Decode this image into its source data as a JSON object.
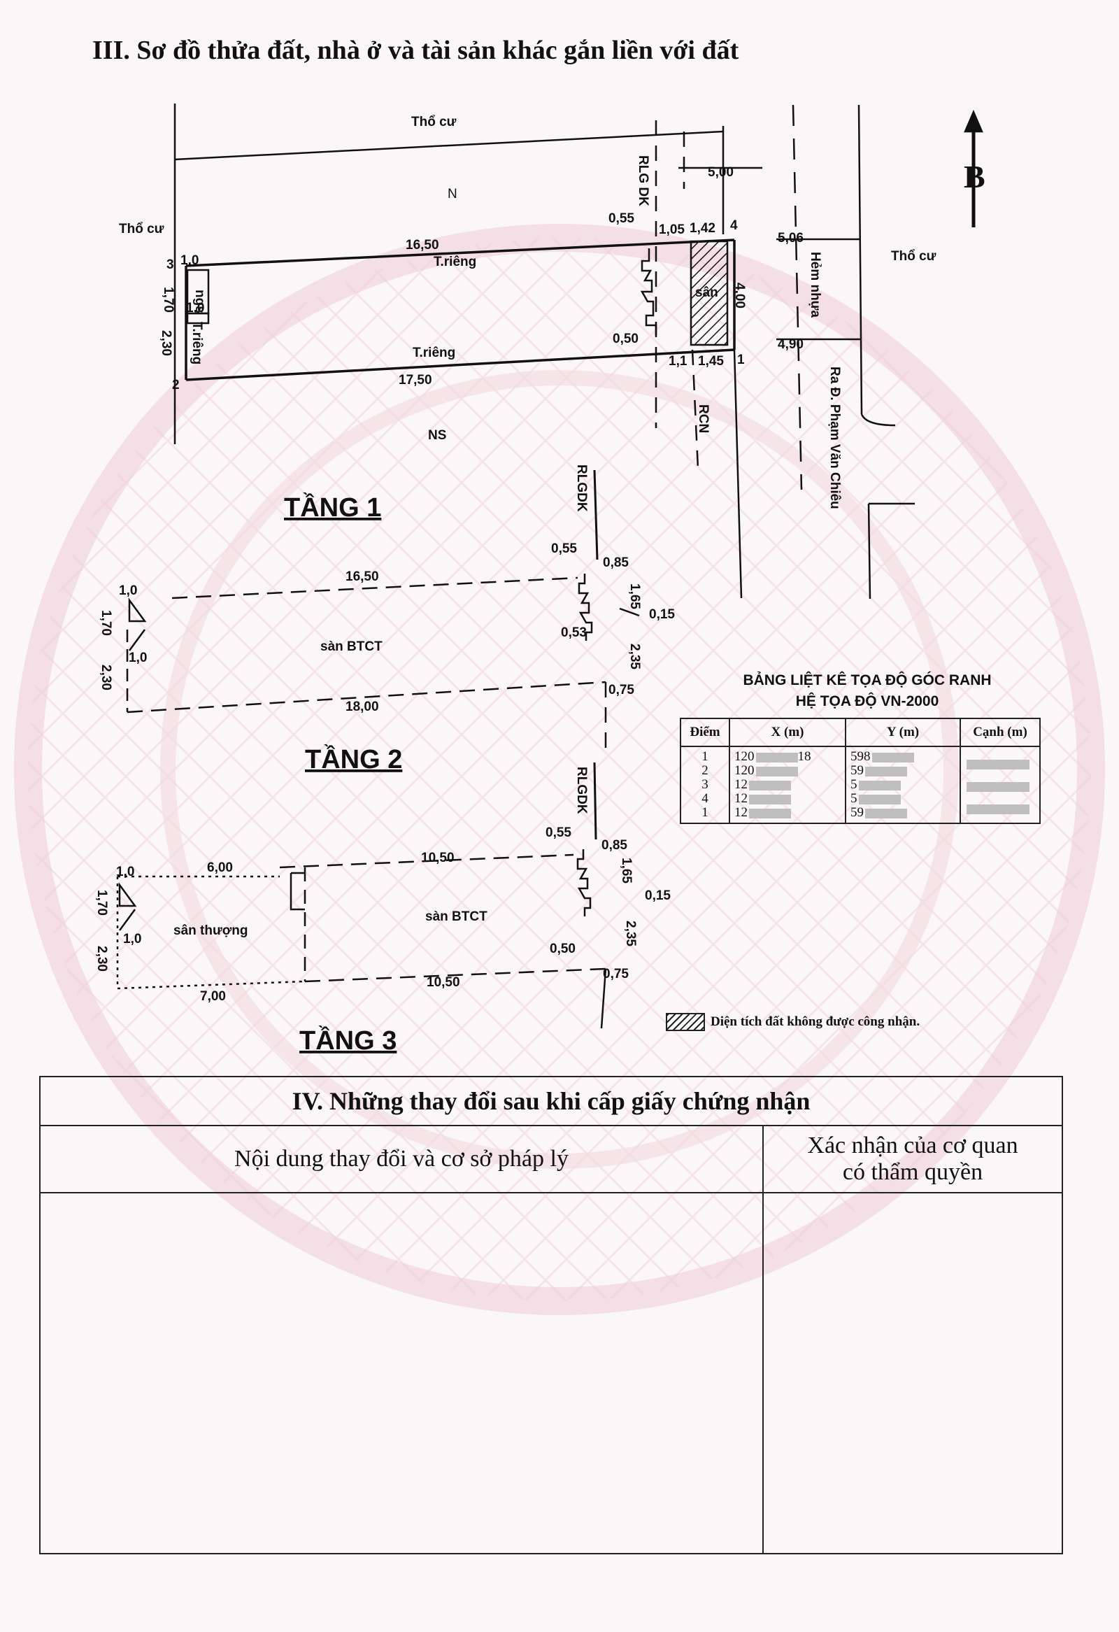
{
  "section_iii": {
    "title": "III. Sơ đồ thửa đất, nhà ở và tài sản khác gắn liền với đất"
  },
  "floor_plan": {
    "floor_titles": [
      "TẦNG 1",
      "TẦNG 2",
      "TẦNG 3"
    ],
    "neighbors": {
      "top": "Thổ cư",
      "left": "Thổ cư",
      "right": "Thổ cư",
      "top_house": "N",
      "bottom_house": "NS"
    },
    "road_labels": {
      "alley": "Hẻm nhựa",
      "exit": "Ra Đ. Phạm Văn Chiêu",
      "rlgdk": "RLGDK",
      "rlg_dk": "RLG DK",
      "rcn": "RCN"
    },
    "north_label": "B",
    "point_labels": [
      "1",
      "2",
      "3",
      "4"
    ],
    "tang1": {
      "labels": {
        "t_rieng_top": "T.riêng",
        "t_rieng_bottom": "T.riêng",
        "t_rieng_left": "T.riêng",
        "wc": "ngs",
        "san": "sân",
        "len_top": "16,50",
        "len_bottom": "17,50",
        "w_4_90": "4,90",
        "w_5_06": "5,06",
        "w_5_00": "5,00",
        "d_4_00": "4,00",
        "d_0_55": "0,55",
        "d_1_05": "1,05",
        "d_1_42": "1,42",
        "d_0_50": "0,50",
        "d_1_1": "1,1",
        "d_1_45": "1,45",
        "d_1_0a": "1,0",
        "d_1_0b": "1,0",
        "d_1_70": "1,70",
        "d_2_30": "2,30"
      }
    },
    "tang2": {
      "labels": {
        "slab": "sàn BTCT",
        "len_top": "16,50",
        "len_bottom": "18,00",
        "d_1_0a": "1,0",
        "d_1_0b": "1,0",
        "d_1_70": "1,70",
        "d_2_30": "2,30",
        "d_0_55": "0,55",
        "d_0_85": "0,85",
        "d_1_65": "1,65",
        "d_0_15": "0,15",
        "d_0_53": "0,53",
        "d_2_35": "2,35",
        "d_0_75": "0,75"
      }
    },
    "tang3": {
      "labels": {
        "slab": "sàn BTCT",
        "terrace": "sân thượng",
        "len_6_00": "6,00",
        "len_10_50_top": "10,50",
        "len_10_50_bottom": "10,50",
        "len_7_00": "7,00",
        "d_1_0a": "1,0",
        "d_1_0b": "1,0",
        "d_1_70": "1,70",
        "d_2_30": "2,30",
        "d_0_55": "0,55",
        "d_0_85": "0,85",
        "d_1_65": "1,65",
        "d_0_15": "0,15",
        "d_0_50": "0,50",
        "d_2_35": "2,35",
        "d_0_75": "0,75"
      }
    }
  },
  "coordinate_table": {
    "title_line1": "BẢNG LIỆT KÊ TỌA ĐỘ GÓC RANH",
    "title_line2": "HỆ TỌA ĐỘ VN-2000",
    "headers": [
      "Điểm",
      "X (m)",
      "Y (m)",
      "Cạnh (m)"
    ],
    "rows": [
      {
        "point": "1",
        "x": "120",
        "x_tail": "18",
        "y": "598"
      },
      {
        "point": "2",
        "x": "120",
        "x_tail": "",
        "y": "59"
      },
      {
        "point": "3",
        "x": "12",
        "x_tail": "",
        "y": "5"
      },
      {
        "point": "4",
        "x": "12",
        "x_tail": "",
        "y": "5"
      },
      {
        "point": "1",
        "x": "12",
        "x_tail": "",
        "y": "59"
      }
    ]
  },
  "legend": {
    "text": "Diện tích đất không được công nhận."
  },
  "section_iv": {
    "title": "IV. Những thay đổi sau khi cấp giấy chứng nhận",
    "col_left": "Nội dung thay đổi và cơ sở pháp lý",
    "col_right_line1": "Xác nhận của cơ quan",
    "col_right_line2": "có thẩm quyền"
  }
}
